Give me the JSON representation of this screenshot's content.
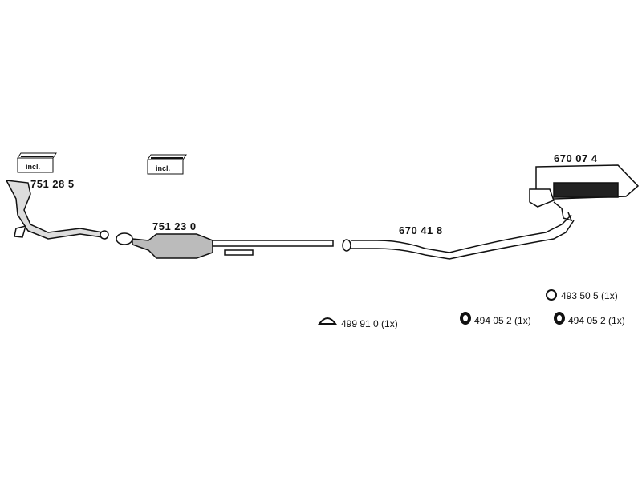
{
  "parts": {
    "front_pipe": {
      "number": "751 28 5",
      "incl": "incl."
    },
    "catalyst": {
      "number": "751 23 0",
      "incl": "incl."
    },
    "middle_pipe": {
      "number": "670 41 8"
    },
    "rear_silencer": {
      "number": "670 07 4"
    }
  },
  "fittings": {
    "ring": {
      "text": "493 50 5 (1x)"
    },
    "clamp": {
      "text": "499 91 0 (1x)"
    },
    "hanger_a": {
      "text": "494 05 2 (1x)"
    },
    "hanger_b": {
      "text": "494 05 2 (1x)"
    }
  }
}
